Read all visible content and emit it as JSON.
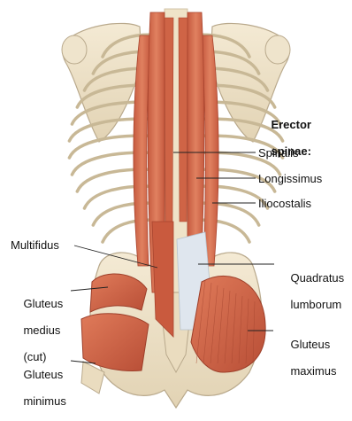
{
  "figure": {
    "heading": {
      "line1": "Erector",
      "line2": "spinae:"
    },
    "labels": {
      "spinalis": "Spinalis",
      "longissimus": "Longissimus",
      "iliocostalis": "Iliocostalis",
      "multifidus": "Multifidus",
      "quadratus_lumborum": {
        "line1": "Quadratus",
        "line2": "lumborum"
      },
      "gluteus_medius": {
        "line1": "Gluteus",
        "line2": "medius",
        "line3": "(cut)"
      },
      "gluteus_maximus": {
        "line1": "Gluteus",
        "line2": "maximus"
      },
      "gluteus_minimus": {
        "line1": "Gluteus",
        "line2": "minimus"
      }
    }
  },
  "colors": {
    "muscle": "#d9704f",
    "muscle_dark": "#b4503a",
    "bone": "#eee2c8",
    "bone_edge": "#b9a98c",
    "fascia": "#dfe6ee",
    "leader": "#222222"
  }
}
